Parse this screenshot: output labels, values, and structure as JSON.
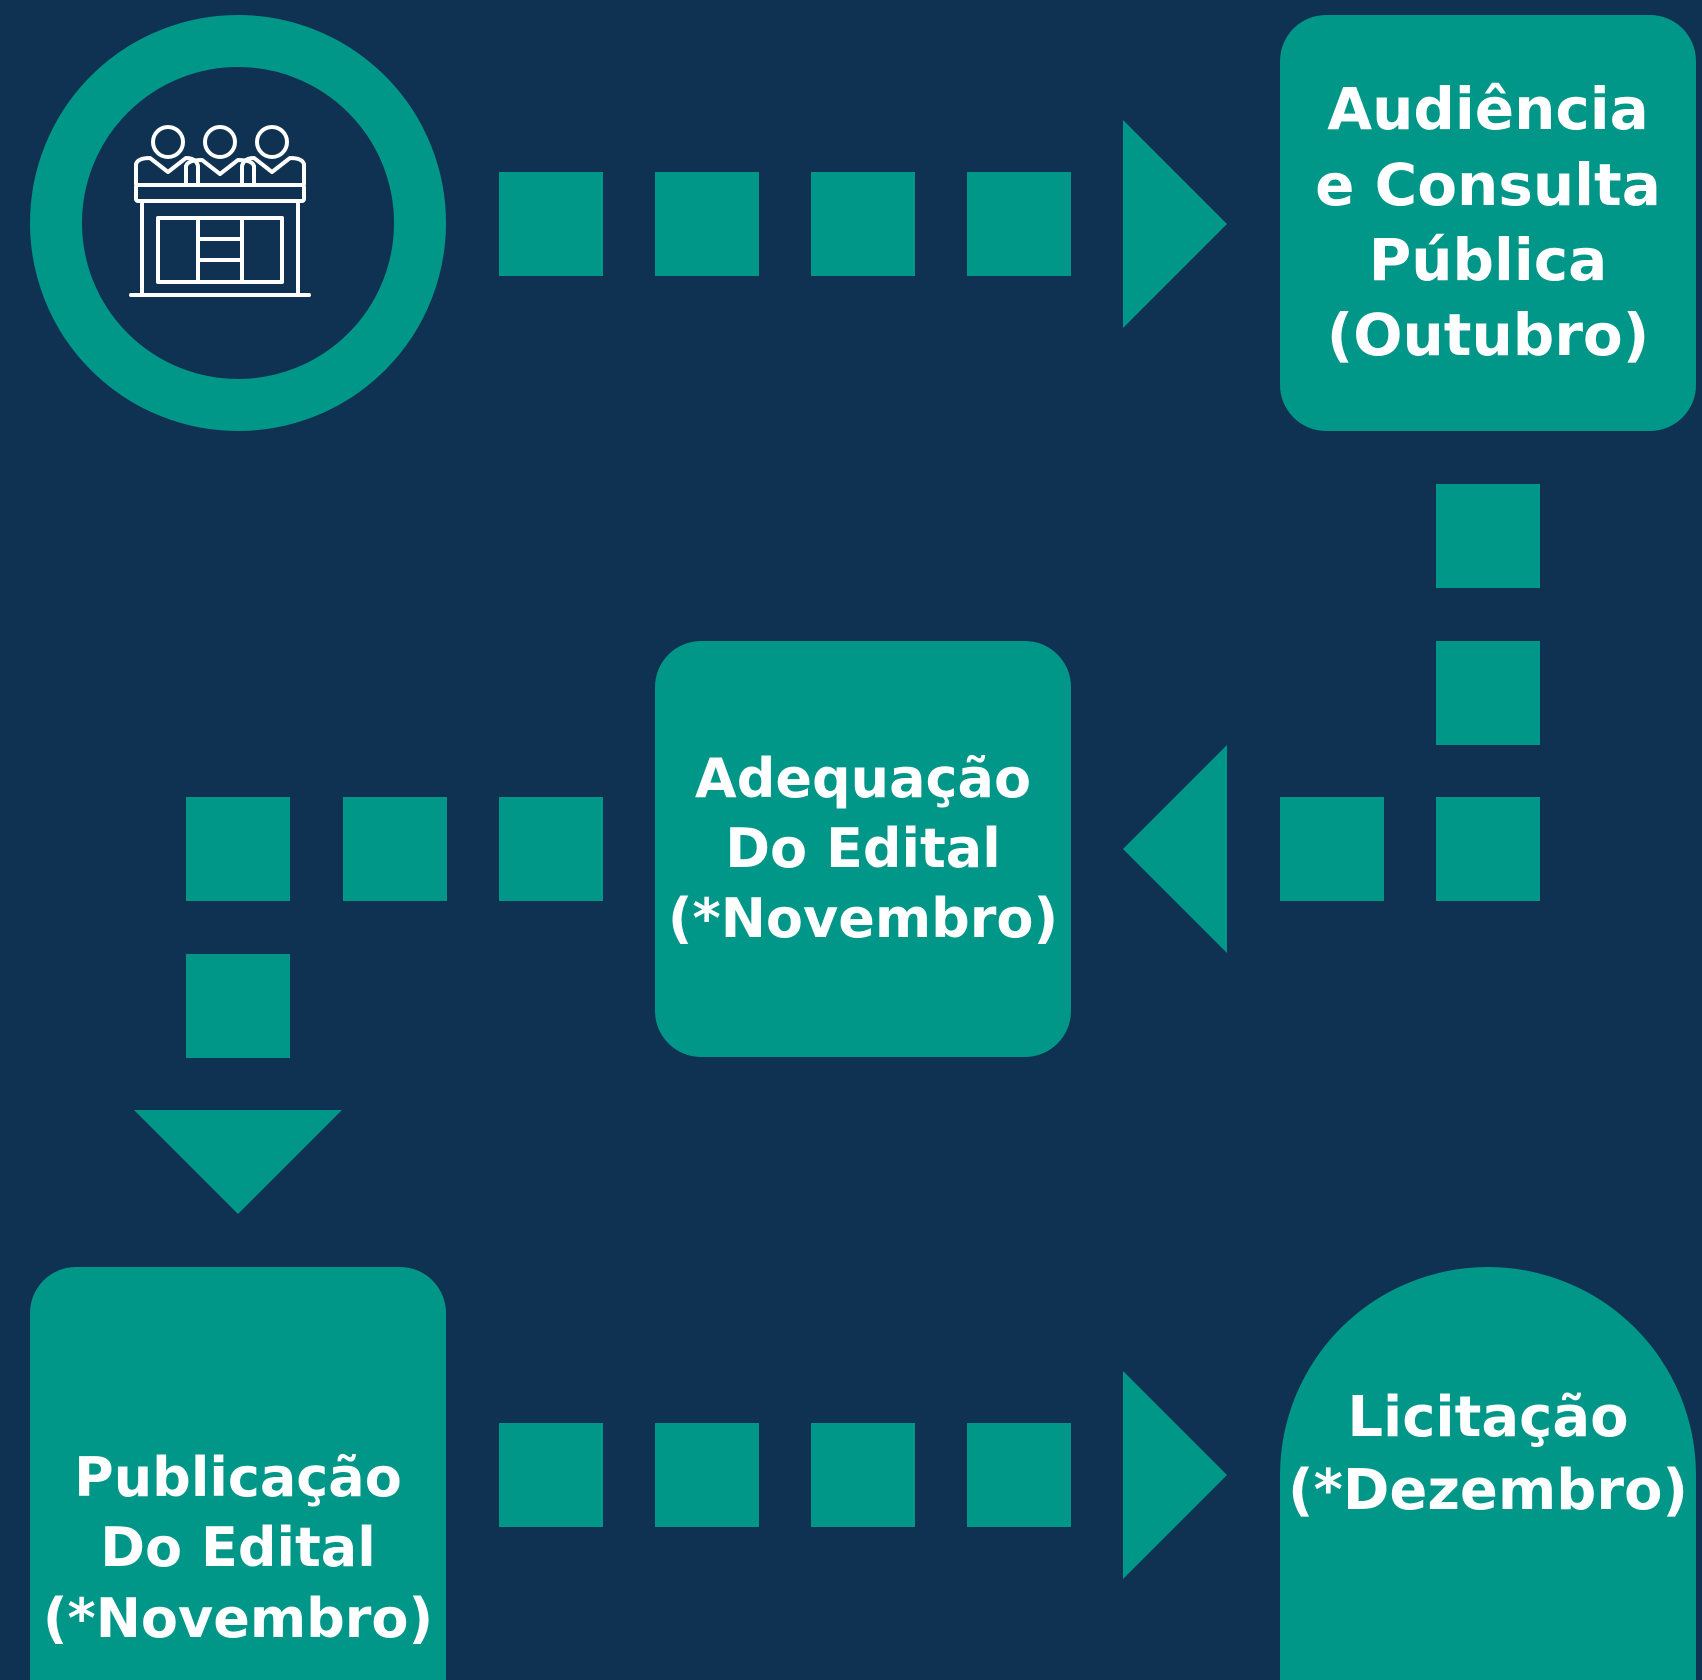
{
  "colors": {
    "background": "#0f3152",
    "accent": "#009688",
    "text": "#ffffff"
  },
  "start": {
    "icon": "council-members-at-desk-icon"
  },
  "steps": [
    {
      "lines": [
        "Audiência",
        "e Consulta",
        "Pública",
        "(Outubro)"
      ]
    },
    {
      "lines": [
        "Adequação",
        "Do Edital",
        "(*Novembro)"
      ]
    },
    {
      "lines": [
        "Publicação",
        "Do Edital",
        "(*Novembro)"
      ]
    },
    {
      "lines": [
        "Licitação",
        "(*Dezembro)"
      ]
    }
  ]
}
